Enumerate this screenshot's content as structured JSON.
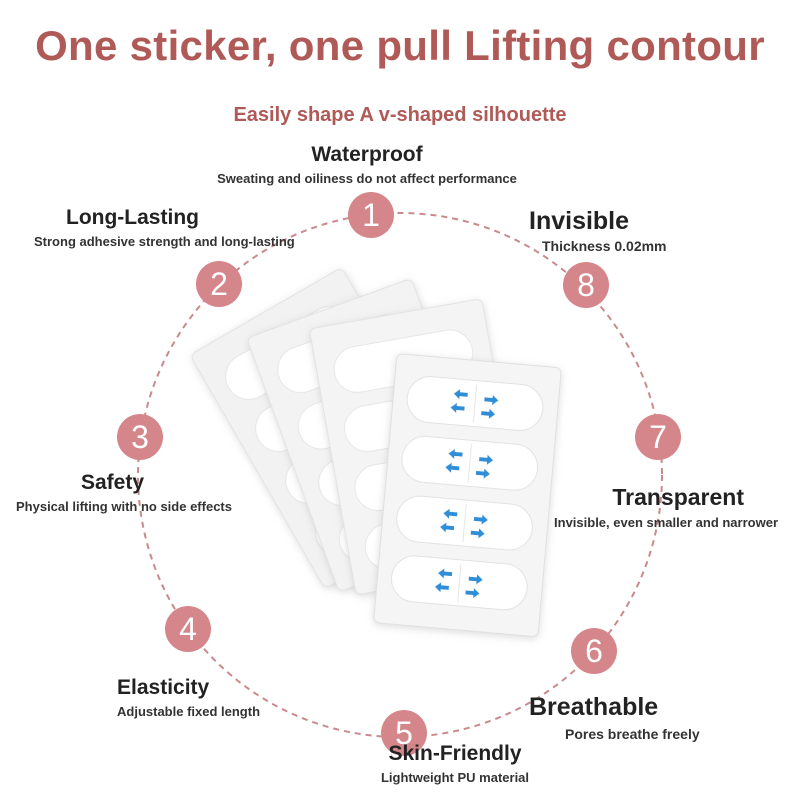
{
  "header": {
    "title": "One sticker, one pull Lifting contour",
    "subtitle": "Easily shape A v-shaped silhouette"
  },
  "colors": {
    "title": "#b05a58",
    "badge": "#d4868a",
    "ring": "#c98a8d",
    "arrow": "#2d8fd8"
  },
  "features": [
    {
      "number": "1",
      "title": "Waterproof",
      "desc": "Sweating and oiliness do not affect performance"
    },
    {
      "number": "2",
      "title": "Long-Lasting",
      "desc": "Strong adhesive strength and long-lasting"
    },
    {
      "number": "3",
      "title": "Safety",
      "desc": "Physical lifting with no side effects"
    },
    {
      "number": "4",
      "title": "Elasticity",
      "desc": "Adjustable fixed length"
    },
    {
      "number": "5",
      "title": "Skin-Friendly",
      "desc": "Lightweight PU material"
    },
    {
      "number": "6",
      "title": "Breathable",
      "desc": "Pores breathe freely"
    },
    {
      "number": "7",
      "title": "Transparent",
      "desc": "Invisible, even smaller and narrower"
    },
    {
      "number": "8",
      "title": "Invisible",
      "desc": "Thickness 0.02mm"
    }
  ]
}
